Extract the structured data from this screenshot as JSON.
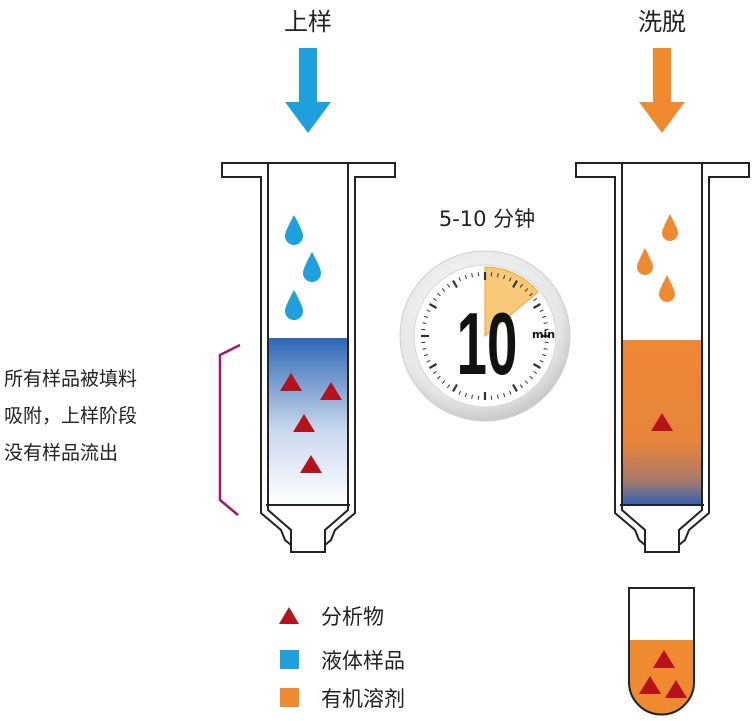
{
  "steps": {
    "load_title": "上样",
    "elute_title": "洗脱"
  },
  "timer": {
    "caption": "5-10 分钟",
    "number": "10",
    "unit": "min",
    "elapsed_fraction": 0.14
  },
  "annotation": {
    "lines": [
      "所有样品被填料",
      "吸附，上样阶段",
      "没有样品流出"
    ]
  },
  "legend": [
    {
      "label": "分析物",
      "symbol": "triangle",
      "color": "#b5121b"
    },
    {
      "label": "液体样品",
      "symbol": "square",
      "color": "#1ea0dc"
    },
    {
      "label": "有机溶剂",
      "symbol": "square",
      "color": "#f08a30"
    }
  ],
  "colors": {
    "blue": "#1ea0dc",
    "orange": "#f08a30",
    "analyte": "#b5121b",
    "bracket": "#a0186e"
  }
}
